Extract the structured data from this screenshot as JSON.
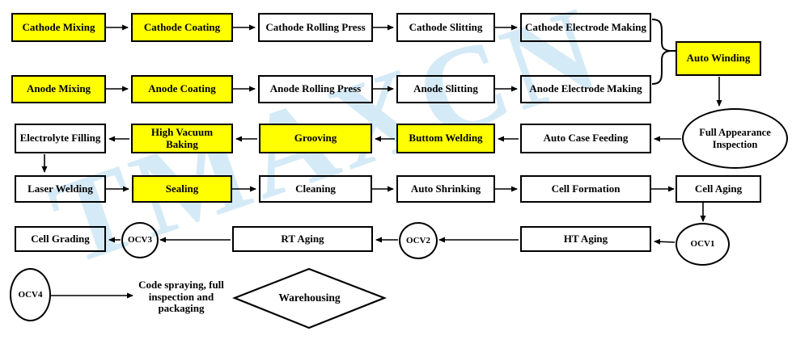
{
  "watermark": {
    "text": "TMAXCN",
    "color": "#d5eaf7"
  },
  "colors": {
    "highlight_yellow": "#ffff00",
    "line_black": "#000000",
    "box_fill": "transparent"
  },
  "nodes": {
    "cathode_mixing": "Cathode Mixing",
    "cathode_coating": "Cathode Coating",
    "cathode_rolling_press": "Cathode Rolling Press",
    "cathode_slitting": "Cathode Slitting",
    "cathode_electrode_making": "Cathode Electrode Making",
    "anode_mixing": "Anode Mixing",
    "anode_coating": "Anode Coating",
    "anode_rolling_press": "Anode Rolling Press",
    "anode_slitting": "Anode Slitting",
    "anode_electrode_making": "Anode Electrode Making",
    "auto_winding": "Auto Winding",
    "full_appearance_inspection": "Full Appearance Inspection",
    "electrolyte_filling": "Electrolyte Filling",
    "high_vacuum_baking": "High Vacuum Baking",
    "grooving": "Grooving",
    "buttom_welding": "Buttom Welding",
    "auto_case_feeding": "Auto Case Feeding",
    "laser_welding": "Laser Welding",
    "sealing": "Sealing",
    "cleaning": "Cleaning",
    "auto_shrinking": "Auto Shrinking",
    "cell_formation": "Cell Formation",
    "cell_aging": "Cell Aging",
    "cell_grading": "Cell Grading",
    "ocv3": "OCV3",
    "rt_aging": "RT Aging",
    "ocv2": "OCV2",
    "ht_aging": "HT Aging",
    "ocv1": "OCV1",
    "ocv4": "OCV4",
    "code_spraying": "Code spraying, full inspection and packaging",
    "warehousing": "Warehousing"
  }
}
